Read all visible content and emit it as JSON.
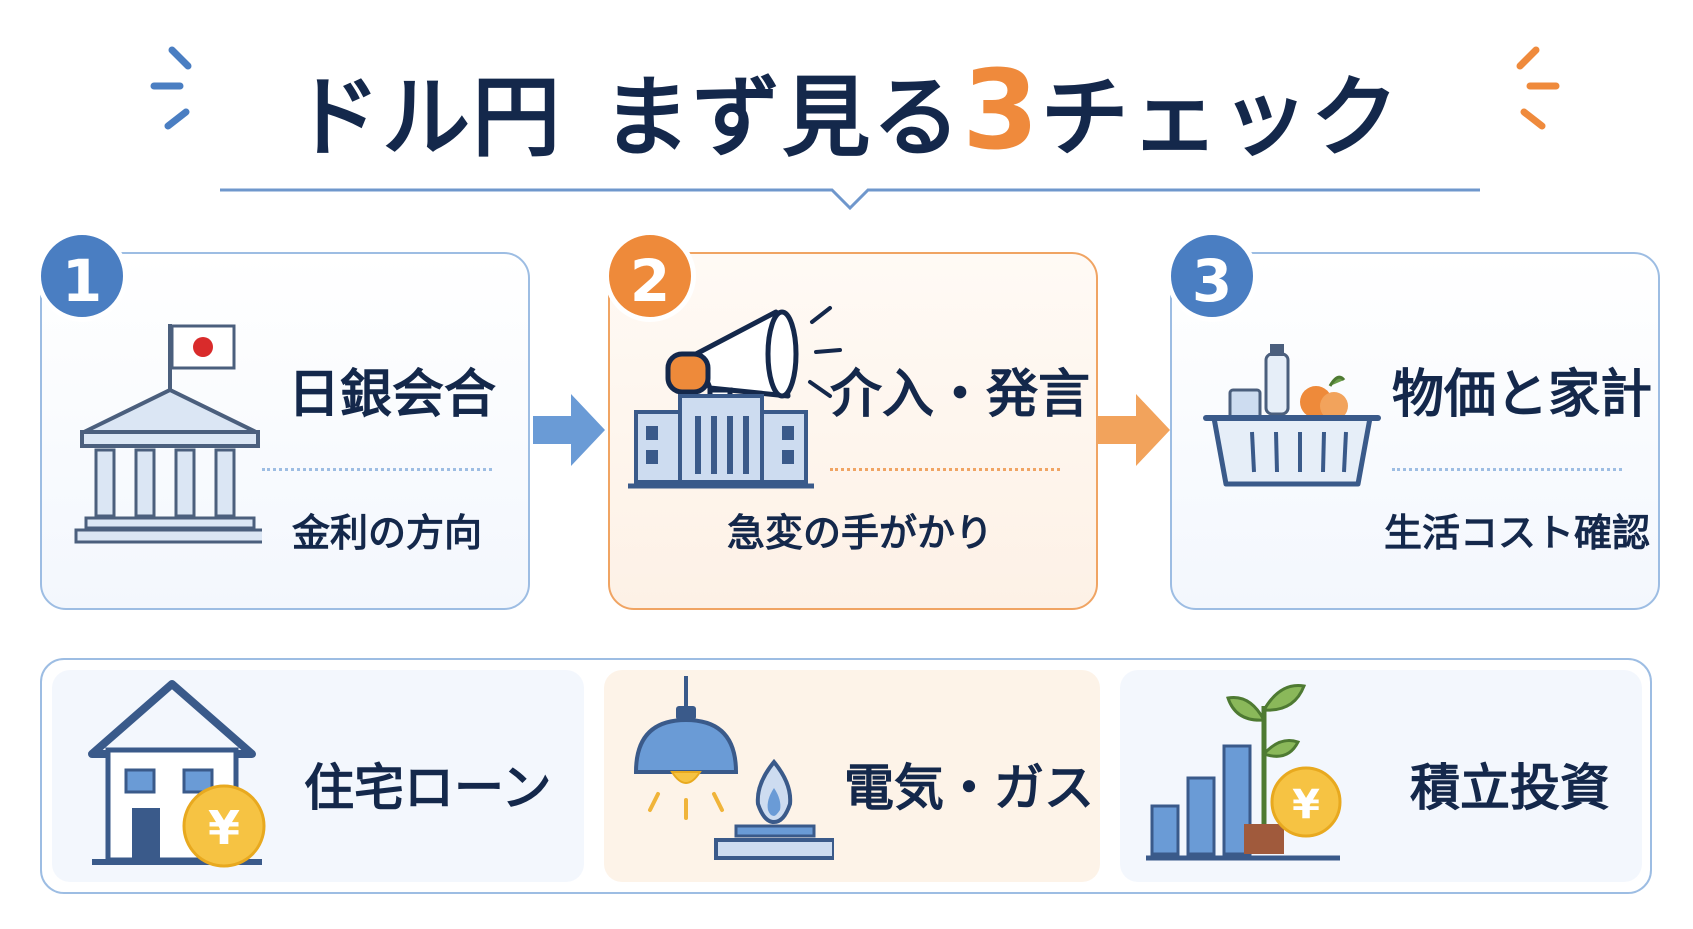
{
  "title": {
    "part1": "ドル円",
    "part2": "まず見る",
    "number": "3",
    "part3": "チェック"
  },
  "colors": {
    "navy": "#14284b",
    "blue": "#4a7ec2",
    "orange": "#ee8a3a",
    "border_blue": "#9dbde3"
  },
  "steps": [
    {
      "number": "1",
      "heading": "日銀会合",
      "subtext": "金利の方向",
      "icon": "central-bank-building-icon"
    },
    {
      "number": "2",
      "heading": "介入・発言",
      "subtext": "急変の手がかり",
      "icon": "megaphone-icon"
    },
    {
      "number": "3",
      "heading": "物価と家計",
      "subtext": "生活コスト確認",
      "icon": "grocery-basket-icon"
    }
  ],
  "impacts": [
    {
      "label": "住宅ローン",
      "icon": "house-yen-icon",
      "coin": "¥"
    },
    {
      "label": "電気・ガス",
      "icon": "lamp-gas-flame-icon"
    },
    {
      "label": "積立投資",
      "icon": "growth-chart-yen-icon",
      "coin": "¥"
    }
  ]
}
